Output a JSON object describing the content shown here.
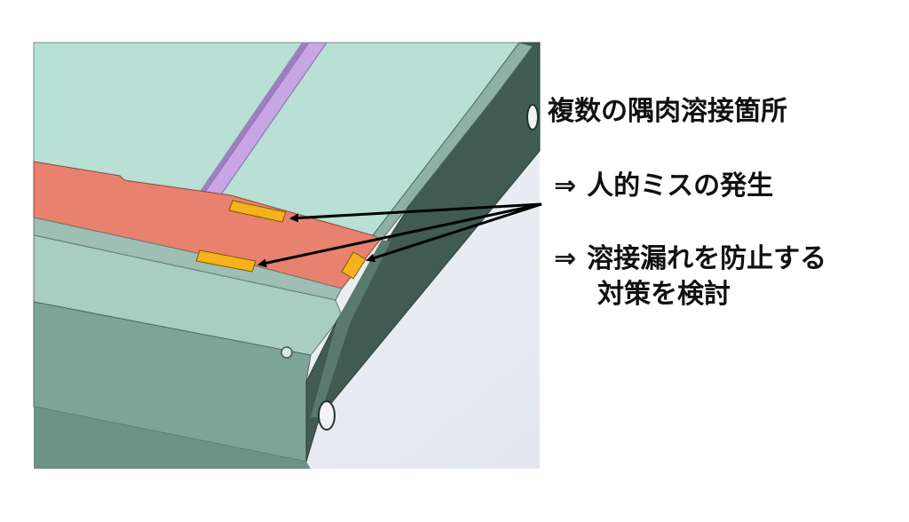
{
  "title": "複数の隅肉溶接箇所",
  "points": [
    {
      "symbol": "⇒",
      "text": "人的ミスの発生"
    },
    {
      "symbol": "⇒",
      "text": "溶接漏れを防止する",
      "continuation": "対策を検討"
    }
  ],
  "weld_marks_count": 3,
  "colors": {
    "plate_top": "#b8e0d4",
    "plate_side": "#7ea397",
    "frame_dark": "#3f5b52",
    "red_plate": "#e8816e",
    "purple_rail": "#c7a6e3",
    "weld_mark": "#f5b21a",
    "arrow": "#000000"
  }
}
